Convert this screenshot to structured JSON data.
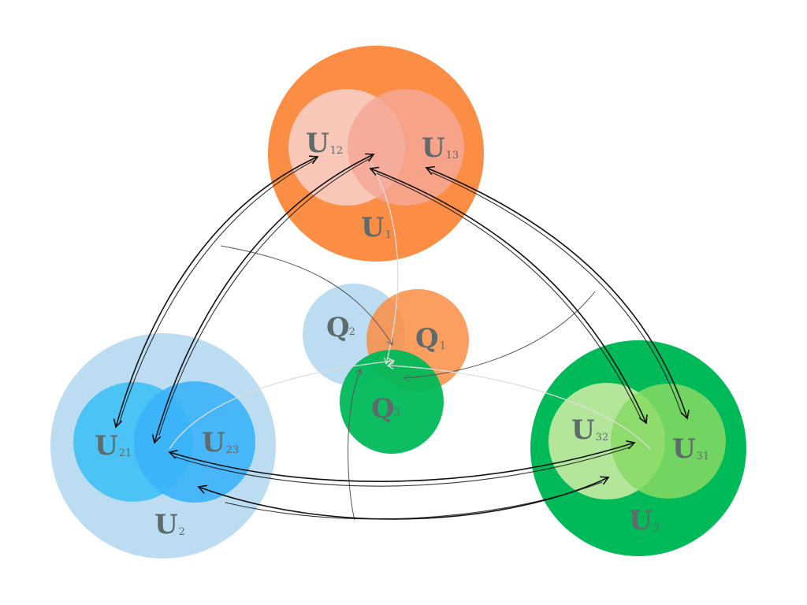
{
  "colors": {
    "orange": "#fb8d44",
    "orange_light": "#f9c7b8",
    "orange_mid": "#f5a795",
    "blue_pale": "#bcdcf1",
    "blue": "#4cc3f5",
    "blue_deep": "#3ab2fb",
    "green": "#00b959",
    "green_light": "#b3e69b",
    "green_lime": "#86d964",
    "label": "#5f6a6a"
  },
  "clusters": {
    "u1": {
      "label": {
        "base": "U",
        "sub": "1"
      },
      "left": {
        "base": "U",
        "sub": "12"
      },
      "right": {
        "base": "U",
        "sub": "13"
      }
    },
    "u2": {
      "label": {
        "base": "U",
        "sub": "2"
      },
      "left": {
        "base": "U",
        "sub": "21"
      },
      "right": {
        "base": "U",
        "sub": "23"
      }
    },
    "u3": {
      "label": {
        "base": "U",
        "sub": "3"
      },
      "left": {
        "base": "U",
        "sub": "32"
      },
      "right": {
        "base": "U",
        "sub": "31"
      }
    }
  },
  "center": {
    "q1": {
      "base": "Q",
      "sub": "1"
    },
    "q2": {
      "base": "Q",
      "sub": "2"
    },
    "q3": {
      "base": "Q",
      "sub": "3"
    }
  }
}
